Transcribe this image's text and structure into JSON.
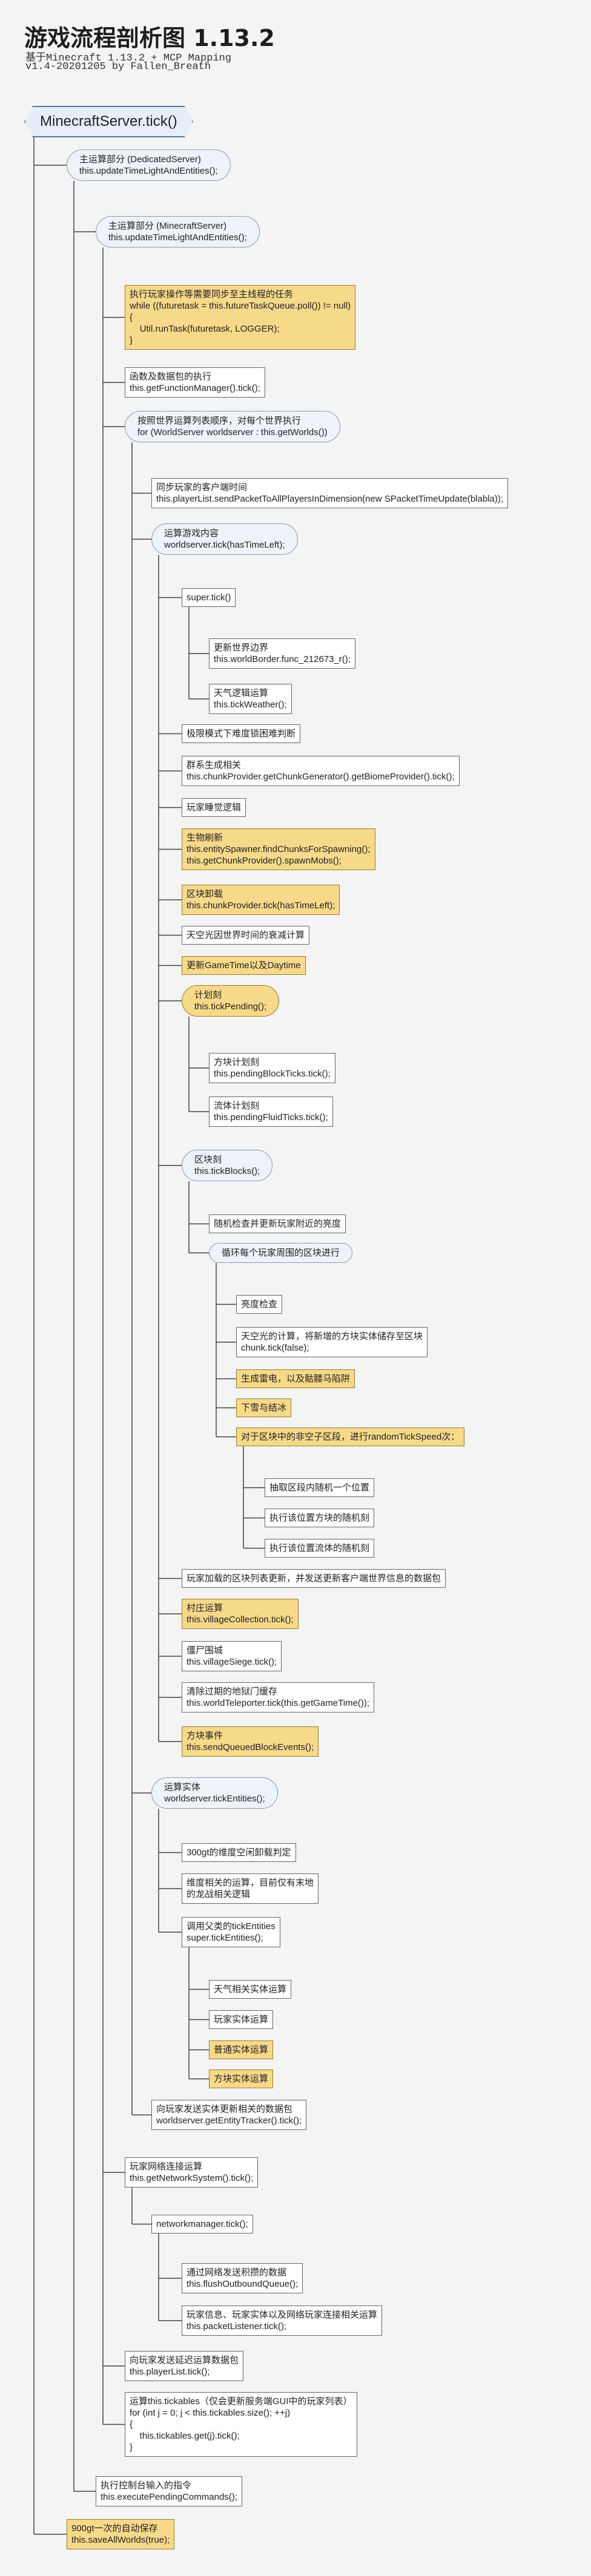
{
  "header": {
    "title": "游戏流程剖析图 1.13.2",
    "subtitle_1": "基于Minecraft 1.13.2 + MCP Mapping",
    "subtitle_2": "v1.4-20201205 by Fallen_Breath"
  },
  "nodes": {
    "root": "MinecraftServer.tick()",
    "n1": "主运算部分 (DedicatedServer)\nthis.updateTimeLightAndEntities();",
    "n2": "主运算部分 (MinecraftServer)\nthis.updateTimeLightAndEntities();",
    "n3": "执行玩家操作等需要同步至主线程的任务\nwhile ((futuretask = this.futureTaskQueue.poll()) != null)\n{\n    Util.runTask(futuretask, LOGGER);\n}",
    "n4": "函数及数据包的执行\nthis.getFunctionManager().tick();",
    "n5": "按照世界运算列表顺序，对每个世界执行\nfor (WorldServer worldserver : this.getWorlds())",
    "n6": "同步玩家的客户端时间\nthis.playerList.sendPacketToAllPlayersInDimension(new SPacketTimeUpdate(blabla));",
    "n7": "运算游戏内容\nworldserver.tick(hasTimeLeft);",
    "n8": "super.tick()",
    "n9": "更新世界边界\nthis.worldBorder.func_212673_r();",
    "n10": "天气逻辑运算\nthis.tickWeather();",
    "n11": "极限模式下难度锁困难判断",
    "n12": "群系生成相关\nthis.chunkProvider.getChunkGenerator().getBiomeProvider().tick();",
    "n13": "玩家睡觉逻辑",
    "n14": "生物刷新\nthis.entitySpawner.findChunksForSpawning();\nthis.getChunkProvider().spawnMobs();",
    "n15": "区块卸载\nthis.chunkProvider.tick(hasTimeLeft);",
    "n16": "天空光因世界时间的衰减计算",
    "n17": "更新GameTime以及Daytime",
    "n18": "计划刻\nthis.tickPending();",
    "n19": "方块计划刻\nthis.pendingBlockTicks.tick();",
    "n20": "流体计划刻\nthis.pendingFluidTicks.tick();",
    "n21": "区块刻\nthis.tickBlocks();",
    "n22": "随机检查并更新玩家附近的亮度",
    "n23": "循环每个玩家周围的区块进行",
    "n24": "亮度检查",
    "n25": "天空光的计算，将新增的方块实体储存至区块\nchunk.tick(false);",
    "n26": "生成雷电，以及骷髅马陷阱",
    "n27": "下雪与结冰",
    "n28": "对于区块中的非空子区段，进行randomTickSpeed次：",
    "n29": "抽取区段内随机一个位置",
    "n30": "执行该位置方块的随机刻",
    "n31": "执行该位置流体的随机刻",
    "n32": "玩家加载的区块列表更新，并发送更新客户端世界信息的数据包",
    "n33": "村庄运算\nthis.villageCollection.tick();",
    "n34": "僵尸围城\nthis.villageSiege.tick();",
    "n35": "清除过期的地狱门缓存\nthis.worldTeleporter.tick(this.getGameTime());",
    "n36": "方块事件\nthis.sendQueuedBlockEvents();",
    "n37": "运算实体\nworldserver.tickEntities();",
    "n38": "300gt的维度空闲卸载判定",
    "n39": "维度相关的运算，目前仅有末地\n的龙战相关逻辑",
    "n40": "调用父类的tickEntities\nsuper.tickEntities();",
    "n41": "天气相关实体运算",
    "n42": "玩家实体运算",
    "n43": "普通实体运算",
    "n44": "方块实体运算",
    "n45": "向玩家发送实体更新相关的数据包\nworldserver.getEntityTracker().tick();",
    "n46": "玩家网络连接运算\nthis.getNetworkSystem().tick();",
    "n47": "networkmanager.tick();",
    "n48": "通过网络发送积攒的数据\nthis.flushOutboundQueue();",
    "n49": "玩家信息、玩家实体以及网络玩家连接相关运算\nthis.packetListener.tick();",
    "n50": "向玩家发送延迟运算数据包\nthis.playerList.tick();",
    "n51": "运算this.tickables（仅会更新服务端GUI中的玩家列表）\nfor (int j = 0; j < this.tickables.size(); ++j)\n{\n    this.tickables.get(j).tick();\n}",
    "n52": "执行控制台输入的指令\nthis.executePendingCommands();",
    "n53": "900gt一次的自动保存\nthis.saveAllWorlds(true);"
  },
  "colors": {
    "background": "#f4f4f4",
    "highlight_fill": "#f7d98a",
    "plain_fill": "#ffffff",
    "pill_fill": "#eef3f9",
    "root_fill": "#e6eef9",
    "root_border": "#5676a6",
    "connector": "#444444"
  }
}
